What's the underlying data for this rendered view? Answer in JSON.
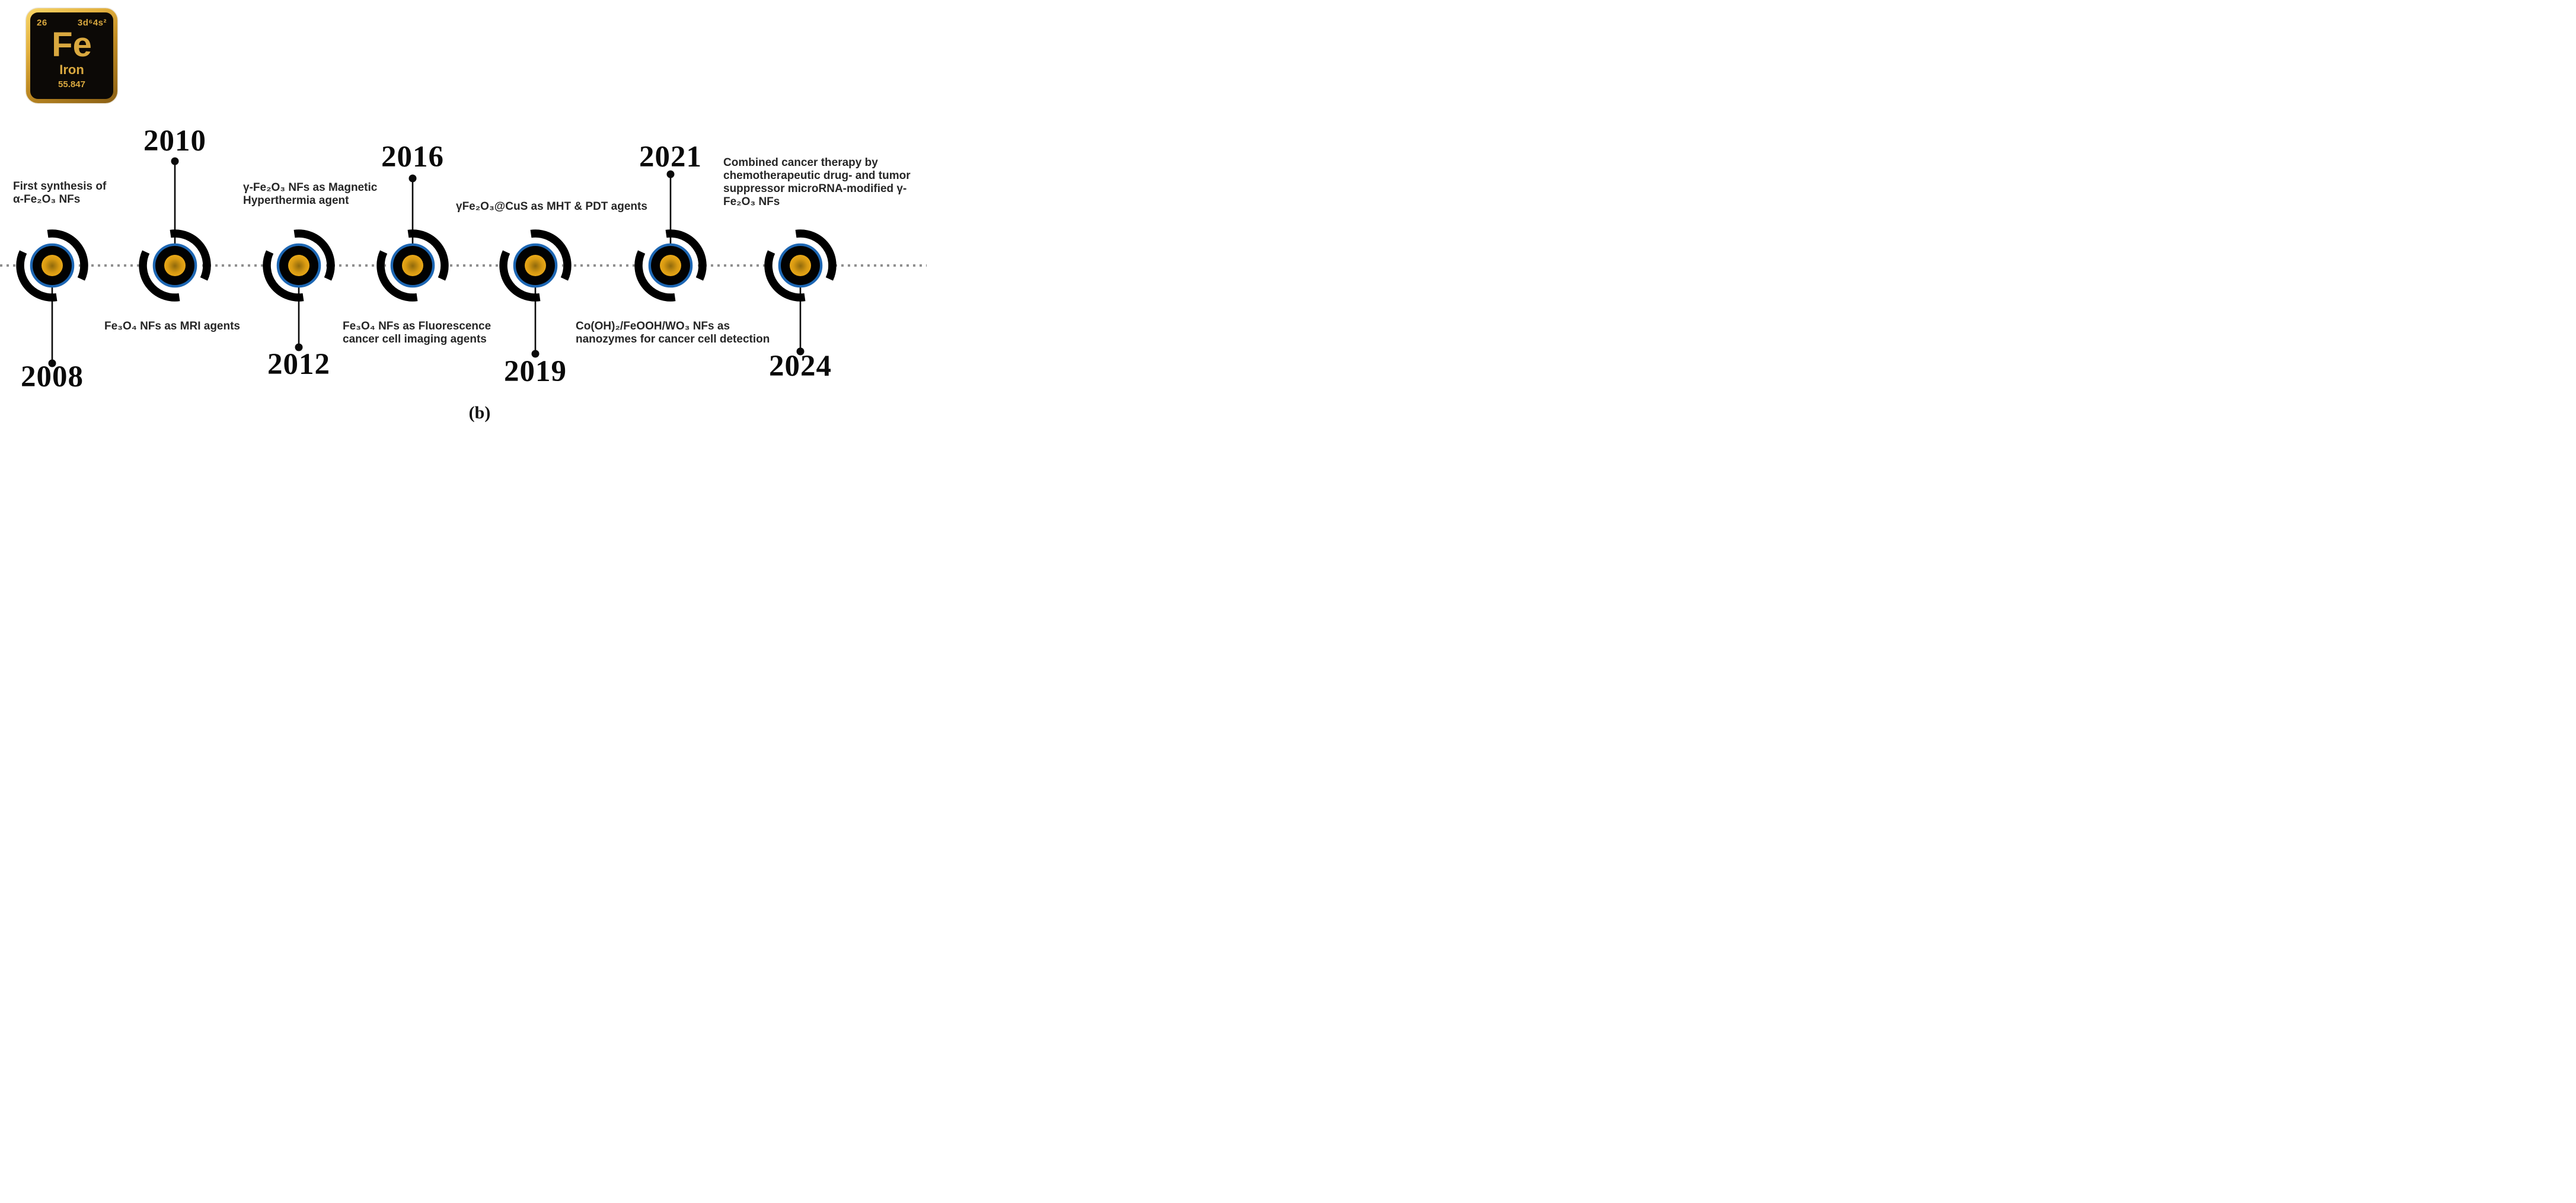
{
  "element_card": {
    "atomic_number": "26",
    "electron_configuration": "3d⁶4s²",
    "symbol": "Fe",
    "name": "Iron",
    "atomic_mass": "55.847"
  },
  "figure_label": "(b)",
  "colors": {
    "gold_core": "#EFAD18",
    "blue_ring": "#1D67B4",
    "arc_black": "#000000",
    "timeline_gray": "#8F8F8F",
    "label_text": "#262626",
    "tile_gold": "#D9A83F"
  },
  "timeline": {
    "events": [
      {
        "year": "2008",
        "year_position": "below",
        "label_position": "above",
        "lines": [
          "First synthesis of",
          "α-Fe₂O₃ NFs"
        ]
      },
      {
        "year": "2010",
        "year_position": "above",
        "label_position": "below",
        "lines": [
          "Fe₃O₄ NFs as MRI agents"
        ]
      },
      {
        "year": "2012",
        "year_position": "below",
        "label_position": "above",
        "lines": [
          "γ-Fe₂O₃ NFs as Magnetic",
          "Hyperthermia agent"
        ]
      },
      {
        "year": "2016",
        "year_position": "above",
        "label_position": "below",
        "lines": [
          "Fe₃O₄ NFs as Fluorescence",
          "cancer cell imaging agents"
        ]
      },
      {
        "year": "2019",
        "year_position": "below",
        "label_position": "above",
        "lines": [
          "γFe₂O₃@CuS as MHT & PDT agents"
        ]
      },
      {
        "year": "2021",
        "year_position": "above",
        "label_position": "below",
        "lines": [
          "Co(OH)₂/FeOOH/WO₃ NFs as",
          "nanozymes for cancer cell detection"
        ]
      },
      {
        "year": "2024",
        "year_position": "below",
        "label_position": "above",
        "lines": [
          "Combined cancer therapy by",
          "chemotherapeutic drug- and tumor",
          "suppressor microRNA-modified γ-",
          "Fe₂O₃ NFs"
        ]
      }
    ]
  }
}
